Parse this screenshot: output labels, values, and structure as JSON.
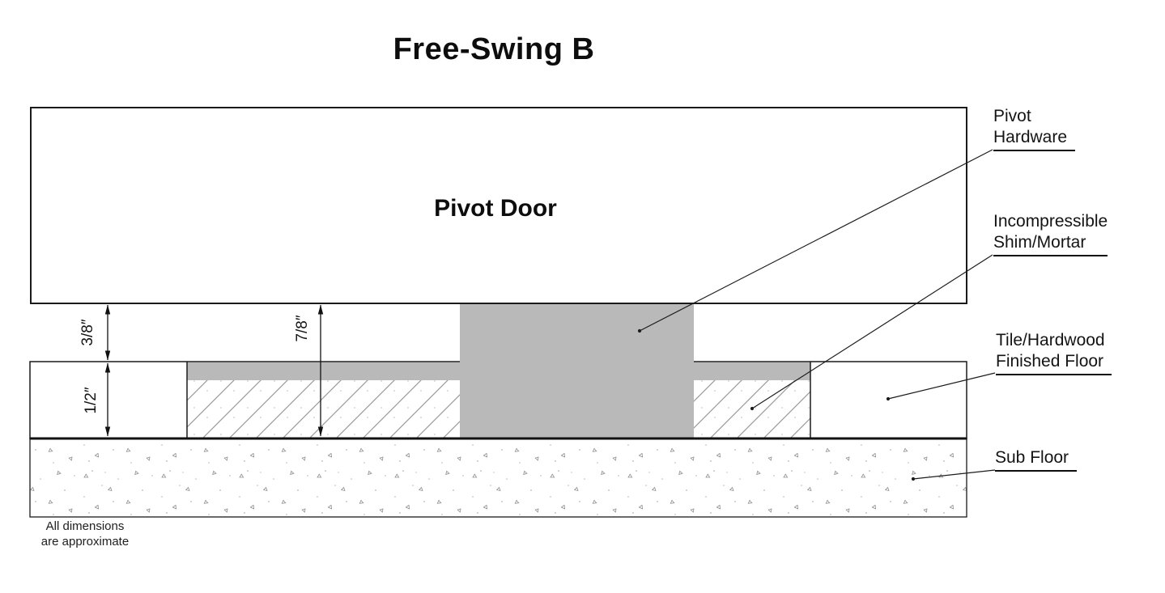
{
  "title": "Free-Swing B",
  "drawing": {
    "door_label": "Pivot Door",
    "dimensions": {
      "door_gap": "3/8″",
      "finished_floor": "1/2″",
      "total_recess": "7/8″"
    },
    "callouts": {
      "pivot_hardware": {
        "line1": "Pivot",
        "line2": "Hardware"
      },
      "shim_mortar": {
        "line1": "Incompressible",
        "line2": "Shim/Mortar"
      },
      "finished_floor": {
        "line1": "Tile/Hardwood",
        "line2": "Finished Floor"
      },
      "sub_floor": {
        "line1": "Sub Floor"
      }
    },
    "note": {
      "line1": "All dimensions",
      "line2": "are approximate"
    },
    "colors": {
      "hardware_gray": "#b9b9b9",
      "line_black": "#1a1a1a",
      "hatch_gray": "#9a9a9a",
      "speckle_gray": "#8e8e8e"
    }
  }
}
